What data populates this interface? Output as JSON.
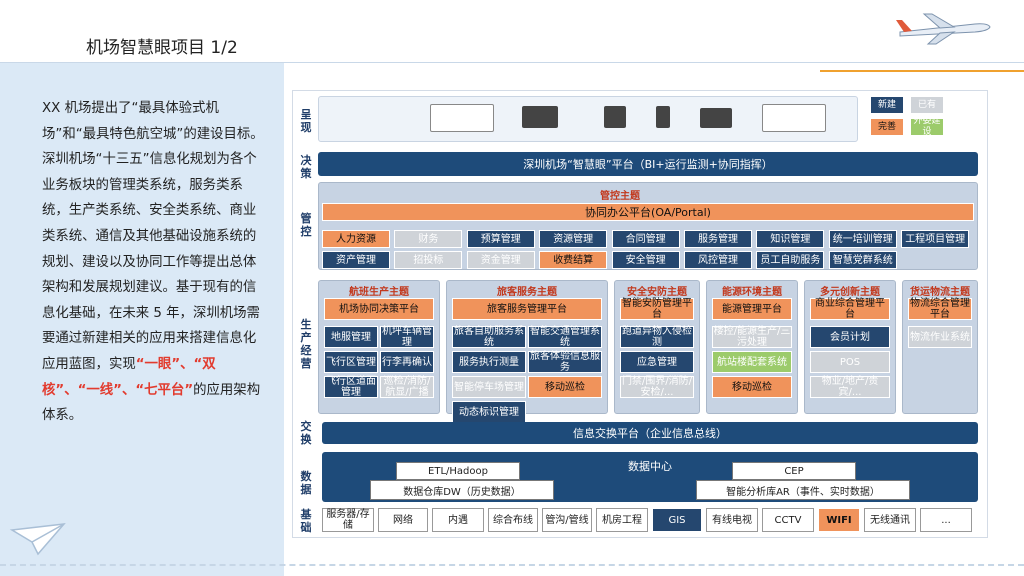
{
  "title": "机场智慧眼项目 1/2",
  "desc": {
    "p1": "XX 机场提出了“最具体验式机场”和“最具特色航空城”的建设目标。深圳机场“十三五”信息化规划为各个业务板块的管理类系统，服务类系统，生产类系统、安全类系统、商业类系统、通信及其他基础设施系统的规划、建设以及协同工作等提出总体架构和发展规划建议。基于现有的信息化基础，在未来 5 年，深圳机场需要通过新建相关的应用来搭建信息化应用蓝图，实现",
    "h1": "“一眼”、“双核”、“一线”、“七平台”",
    "p2": "的应用架构体系。"
  },
  "rows": [
    "呈现",
    "决策",
    "管控",
    "生产经营",
    "交换",
    "数据",
    "基础"
  ],
  "legend": [
    "新建",
    "已有",
    "完善",
    "外委建设"
  ],
  "decision_bar": "深圳机场“智慧眼”平台（BI+运行监测+协同指挥）",
  "control": {
    "title": "管控主题",
    "oa": "协同办公平台(OA/Portal)",
    "r1": [
      "人力资源",
      "财务",
      "预算管理",
      "资源管理",
      "合同管理",
      "服务管理",
      "知识管理",
      "统一培训管理",
      "工程项目管理"
    ],
    "r2": [
      "资产管理",
      "招投标",
      "资金管理",
      "收费结算",
      "安全管理",
      "风控管理",
      "员工自助服务",
      "智慧党群系统"
    ]
  },
  "groups": [
    {
      "title": "航班生产主题",
      "platform": "机场协同决策平台",
      "items": [
        "地服管理",
        "机坪车辆管理",
        "飞行区管理",
        "行李再确认",
        "飞行区道面管理",
        "巡检/消防/航显/广播"
      ]
    },
    {
      "title": "旅客服务主题",
      "platform": "旅客服务管理平台",
      "items": [
        "旅客自助服务系统",
        "智能交通管理系统",
        "服务执行测量",
        "旅客体验信息服务",
        "智能停车场管理",
        "移动巡检",
        "动态标识管理"
      ]
    },
    {
      "title": "安全安防主题",
      "platform": "智能安防管理平台",
      "items": [
        "跑道异物入侵检测",
        "应急管理",
        "门禁/围界/消防/安检/..."
      ]
    },
    {
      "title": "能源环境主题",
      "platform": "能源管理平台",
      "items": [
        "楼控/能源生产/三污处理",
        "航站楼配套系统",
        "移动巡检"
      ]
    },
    {
      "title": "多元创新主题",
      "platform": "商业综合管理平台",
      "items": [
        "会员计划",
        "POS",
        "物业/地产/贵宾/..."
      ]
    },
    {
      "title": "货运物流主题",
      "platform": "物流综合管理平台",
      "items": [
        "物流作业系统"
      ]
    }
  ],
  "exchange_bar": "信息交换平台（企业信息总线）",
  "data": {
    "title": "数据中心",
    "etl": "ETL/Hadoop",
    "dw": "数据仓库DW（历史数据）",
    "cep": "CEP",
    "ar": "智能分析库AR（事件、实时数据）"
  },
  "base": [
    "服务器/存储",
    "网络",
    "内遇",
    "综合布线",
    "管沟/管线",
    "机房工程",
    "GIS",
    "有线电视",
    "CCTV",
    "WIFI",
    "无线通讯",
    "..."
  ],
  "colors": {
    "navy": "#1e4b7a",
    "orange": "#f0935b",
    "green": "#9ccb6b",
    "grey": "#cfd3d8",
    "accent": "#f0a12f",
    "red": "#e23b2e"
  }
}
